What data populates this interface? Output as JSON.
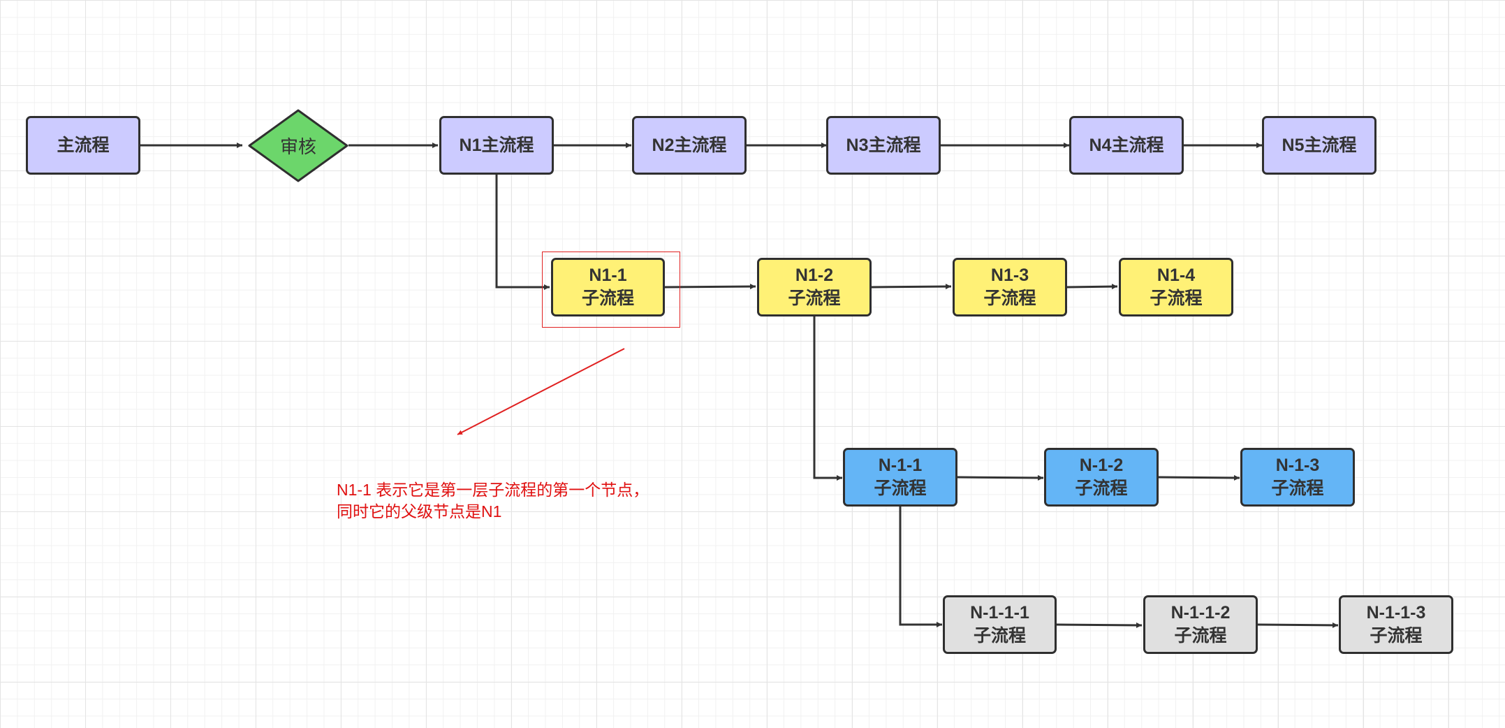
{
  "main_flow": {
    "start": "主流程",
    "decision": "审核",
    "n1": "N1主流程",
    "n2": "N2主流程",
    "n3": "N3主流程",
    "n4": "N4主流程",
    "n5": "N5主流程"
  },
  "sub_flow_level1": {
    "n1_1": {
      "id": "N1-1",
      "label": "子流程"
    },
    "n1_2": {
      "id": "N1-2",
      "label": "子流程"
    },
    "n1_3": {
      "id": "N1-3",
      "label": "子流程"
    },
    "n1_4": {
      "id": "N1-4",
      "label": "子流程"
    }
  },
  "sub_flow_level2": {
    "n_1_1": {
      "id": "N-1-1",
      "label": "子流程"
    },
    "n_1_2": {
      "id": "N-1-2",
      "label": "子流程"
    },
    "n_1_3": {
      "id": "N-1-3",
      "label": "子流程"
    }
  },
  "sub_flow_level3": {
    "n_1_1_1": {
      "id": "N-1-1-1",
      "label": "子流程"
    },
    "n_1_1_2": {
      "id": "N-1-1-2",
      "label": "子流程"
    },
    "n_1_1_3": {
      "id": "N-1-1-3",
      "label": "子流程"
    }
  },
  "annotation": {
    "line1": "N1-1 表示它是第一层子流程的第一个节点，",
    "line2": "同时它的父级节点是N1"
  },
  "colors": {
    "main": "#cccbff",
    "decision": "#6cd66b",
    "level1": "#fff176",
    "level2": "#64b5f6",
    "level3": "#e0e0e0",
    "annotation": "#e01010"
  }
}
